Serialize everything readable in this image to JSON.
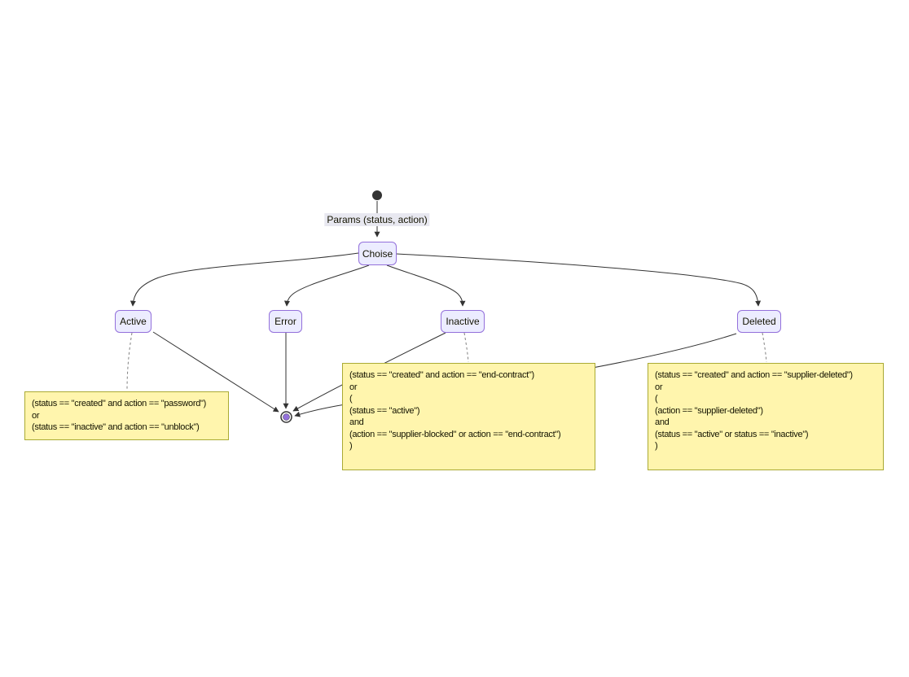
{
  "diagram": {
    "edge_label": "Params (status, action)",
    "nodes": {
      "choise": "Choise",
      "active": "Active",
      "error": "Error",
      "inactive": "Inactive",
      "deleted": "Deleted"
    },
    "notes": {
      "active_condition": "(status == \"created\" and action == \"password\")\nor\n(status == \"inactive\" and action == \"unblock\")",
      "inactive_condition": "(status == \"created\" and action == \"end-contract\")\nor\n(\n(status == \"active\")\nand\n(action == \"supplier-blocked\" or action == \"end-contract\")\n)",
      "deleted_condition": "(status == \"created\" and action == \"supplier-deleted\")\nor\n(\n(action == \"supplier-deleted\")\nand\n(status == \"active\" or status == \"inactive\")\n)"
    },
    "colors": {
      "node_fill": "#ECECFF",
      "node_border": "#9370DB",
      "note_fill": "#FFF5AD",
      "note_border": "#AAAA33",
      "edge": "#333333",
      "note_link": "#808080",
      "end_state_fill": "#9370DB",
      "start_state_fill": "#333333",
      "label_bg": "#E8E8F0",
      "text": "#131300"
    }
  }
}
